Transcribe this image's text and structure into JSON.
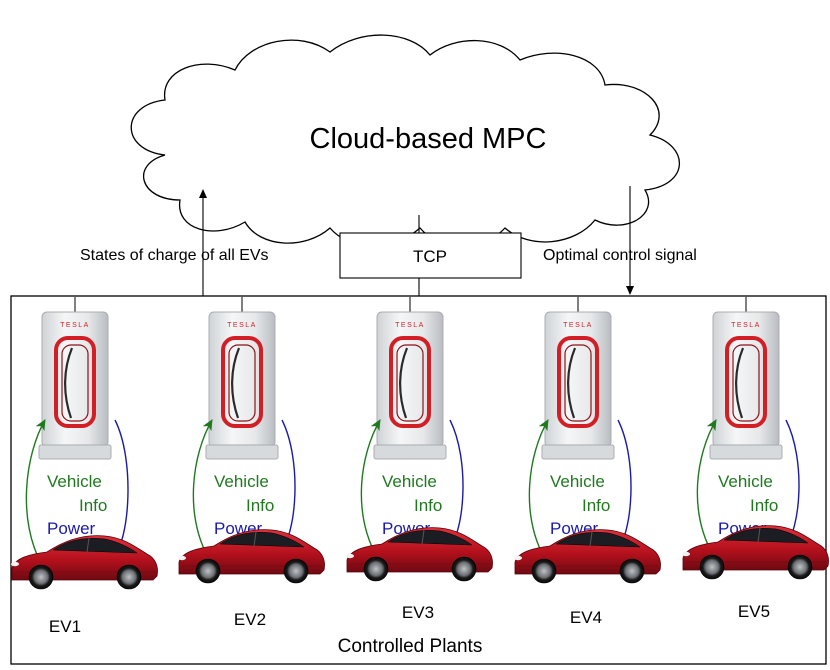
{
  "cloud": {
    "title": "Cloud-based MPC"
  },
  "links": {
    "left_label": "States of charge of all EVs",
    "center_label": "TCP",
    "right_label": "Optimal control signal"
  },
  "plants": {
    "caption": "Controlled Plants",
    "charger_brand": "TESLA",
    "vehicle_info_label": [
      "Vehicle",
      "Info"
    ],
    "power_label": "Power",
    "evs": [
      "EV1",
      "EV2",
      "EV3",
      "EV4",
      "EV5"
    ]
  },
  "colors": {
    "info_arrow": "#1f7a1f",
    "power_arrow": "#1a1aa8",
    "car_body": "#c1121f",
    "charger_accent": "#d21f26"
  }
}
